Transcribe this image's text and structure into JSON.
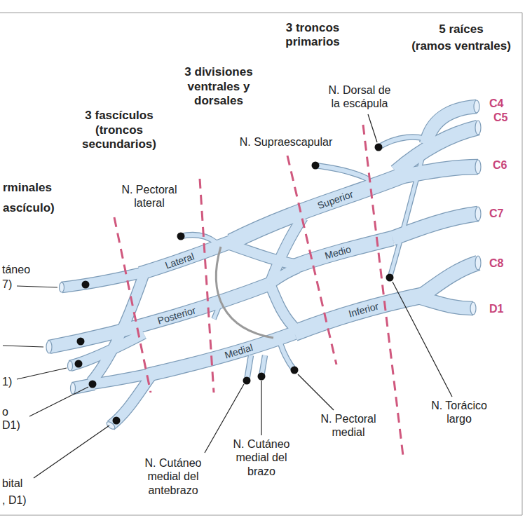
{
  "diagram": {
    "labels": [
      "3 troncos primarios",
      "5 raíces",
      "(ramos ventrales)",
      "N. Dorsal de la escápula",
      "C4",
      "3 divisiones ventrales y dorsales",
      "C5",
      "3 fascículos (troncos secundarios)",
      "N. Supraescapular",
      "C6",
      "Superior",
      "rminales",
      "N. Pectoral lateral",
      "ascículo)",
      "C7",
      "Lateral",
      "Medio",
      "táneo",
      "7)",
      "C8",
      "Posterior",
      "Inferior",
      "D1",
      "Medial",
      "1)",
      "N. Pectoral medial",
      "o",
      "D1)",
      "N. Torácico largo",
      "N. Cutáneo medial del brazo",
      "N. Cutáneo medial del antebrazo",
      "bital",
      ", D1)"
    ]
  }
}
